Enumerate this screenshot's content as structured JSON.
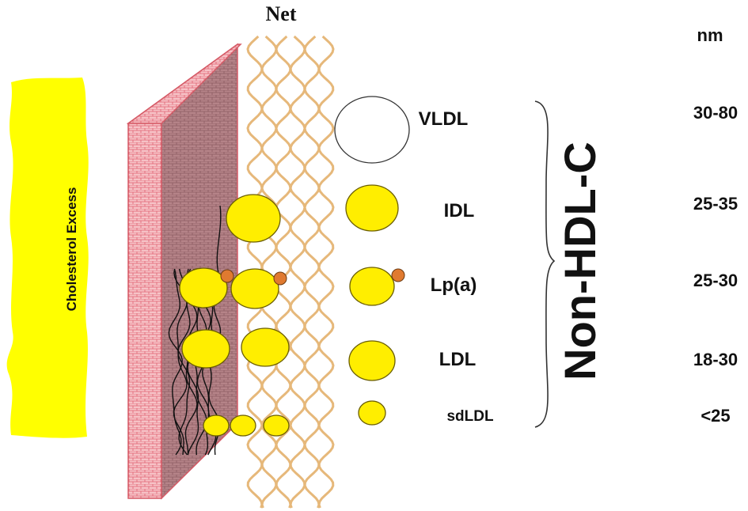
{
  "title": "Net",
  "unit_header": "nm",
  "side_label": "Cholesterol Excess",
  "bracket_label": "Non-HDL-C",
  "colors": {
    "particle_fill": "#ffee00",
    "particle_stroke": "#6b5e00",
    "apo_fill": "#e07a30",
    "cholesterol_blob": "#ffff00",
    "wall_front": "#f0a0a8",
    "wall_side": "#b07a80",
    "net_strands": "#e6b87a",
    "fibrils": "#111111"
  },
  "particles": [
    {
      "name": "VLDL",
      "size": "30-80",
      "fill": "#ffffff",
      "apo": false
    },
    {
      "name": "IDL",
      "size": "25-35",
      "fill": "#ffee00",
      "apo": false
    },
    {
      "name": "Lp(a)",
      "size": "25-30",
      "fill": "#ffee00",
      "apo": true
    },
    {
      "name": "LDL",
      "size": "18-30",
      "fill": "#ffee00",
      "apo": false
    },
    {
      "name": "sdLDL",
      "size": "<25",
      "fill": "#ffee00",
      "apo": false
    }
  ]
}
